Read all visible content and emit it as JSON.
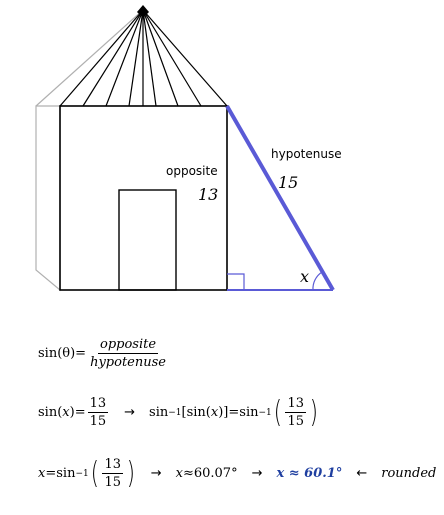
{
  "diagram": {
    "labels": {
      "opposite": "opposite",
      "opposite_value": "13",
      "hypotenuse": "hypotenuse",
      "hypotenuse_value": "15",
      "angle": "x"
    },
    "colors": {
      "hypotenuse_line": "#5a5ad6",
      "outline": "#000000",
      "shading": "#b0b0b0"
    }
  },
  "equations": {
    "eq1": {
      "lhs": "sin(θ)=",
      "num": "opposite",
      "den": "hypotenuse"
    },
    "eq2": {
      "lhs_fn": "sin(",
      "lhs_var": "x",
      "lhs_close": ")=",
      "num1": "13",
      "den1": "15",
      "arrow": "→",
      "mid": "sin",
      "mid_sup": "−1",
      "mid_inner": "[sin(",
      "mid_var": "x",
      "mid_close": ")]=sin",
      "mid_sup2": "−1",
      "num2": "13",
      "den2": "15"
    },
    "eq3": {
      "var": "x",
      "eq_sin": "=sin",
      "sup": "−1",
      "num": "13",
      "den": "15",
      "arrow1": "→",
      "approx_var": "x",
      "approx": "≈60.07°",
      "arrow2": "→",
      "answer": "x ≈ 60.1°",
      "arrow3": "←",
      "note": "rounded"
    }
  }
}
